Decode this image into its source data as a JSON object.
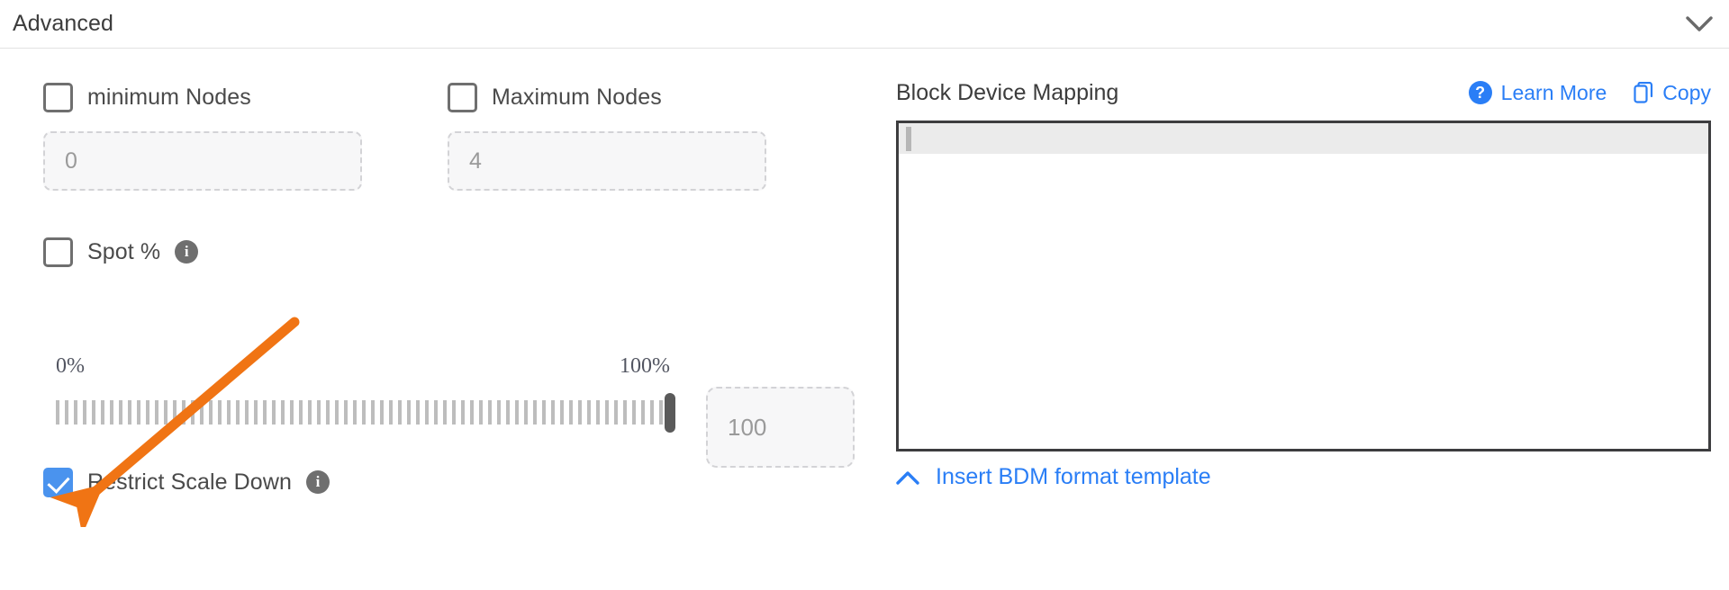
{
  "section": {
    "title": "Advanced",
    "collapse_icon": "chevron-down-icon"
  },
  "left_panel": {
    "min_nodes": {
      "label": "minimum Nodes",
      "checked": false,
      "input_placeholder": "0",
      "input_value": ""
    },
    "max_nodes": {
      "label": "Maximum Nodes",
      "checked": false,
      "input_placeholder": "4",
      "input_value": ""
    },
    "spot_percent": {
      "label": "Spot %",
      "checked": false,
      "info_icon": "info-icon"
    },
    "slider": {
      "min_label": "0%",
      "max_label": "100%",
      "min_value": 0,
      "max_value": 100,
      "current_value": 100,
      "value_input_placeholder": "100",
      "value_input_value": ""
    },
    "restrict_scale_down": {
      "label": "Restrict Scale Down",
      "checked": true,
      "info_icon": "info-icon",
      "checkbox_color": "#4a93ee"
    }
  },
  "right_panel": {
    "title": "Block Device Mapping",
    "learn_more": {
      "label": "Learn More",
      "icon": "question-circle-icon"
    },
    "copy": {
      "label": "Copy",
      "icon": "copy-icon"
    },
    "editor": {
      "content": "",
      "active_line": 1
    },
    "insert_template": {
      "label": "Insert BDM format template",
      "icon": "chevron-up-icon"
    }
  },
  "annotation": {
    "type": "arrow",
    "color": "#f07414",
    "points_to": "restrict-scale-down-checkbox"
  }
}
